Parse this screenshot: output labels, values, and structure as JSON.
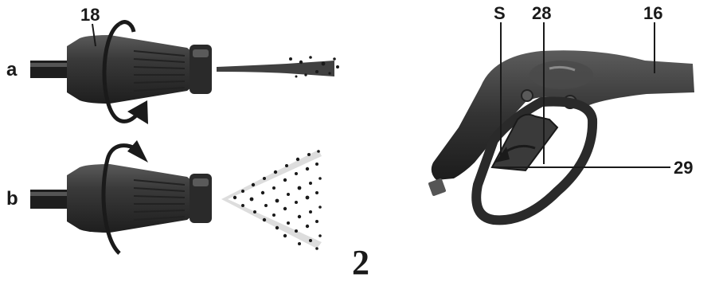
{
  "labels": {
    "part_18": "18",
    "row_a": "a",
    "row_b": "b",
    "trigger_S": "S",
    "part_28": "28",
    "part_16": "16",
    "part_29": "29"
  },
  "figure_number": "2",
  "colors": {
    "ink": "#1a1a1a",
    "body": "#3a3a3a",
    "highlight": "#6a6a6a",
    "background": "#ffffff"
  }
}
